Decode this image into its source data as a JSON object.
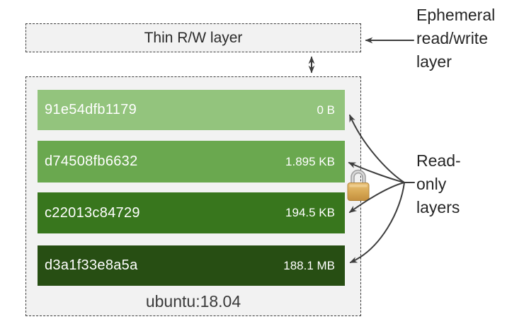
{
  "diagram": {
    "thin_layer": {
      "label": "Thin R/W layer"
    },
    "container_image": {
      "tag": "ubuntu:18.04",
      "layers": [
        {
          "id": "91e54dfb1179",
          "size": "0 B",
          "color": "#93c47d"
        },
        {
          "id": "d74508fb6632",
          "size": "1.895 KB",
          "color": "#6aa84f"
        },
        {
          "id": "c22013c84729",
          "size": "194.5 KB",
          "color": "#38761d"
        },
        {
          "id": "d3a1f33e8a5a",
          "size": "188.1 MB",
          "color": "#274e13"
        }
      ]
    },
    "annotations": {
      "ephemeral_lines": [
        "Ephemeral",
        "read/write",
        "layer"
      ],
      "readonly_lines": [
        "Read-",
        "only",
        "layers"
      ]
    },
    "icons": {
      "lock": "lock-icon"
    },
    "colors": {
      "box_fill": "#f2f2f2",
      "box_border": "#3c3c3c",
      "arrow": "#3d3d3d",
      "lock_body": "#d8a955",
      "lock_shackle": "#ababab"
    }
  }
}
